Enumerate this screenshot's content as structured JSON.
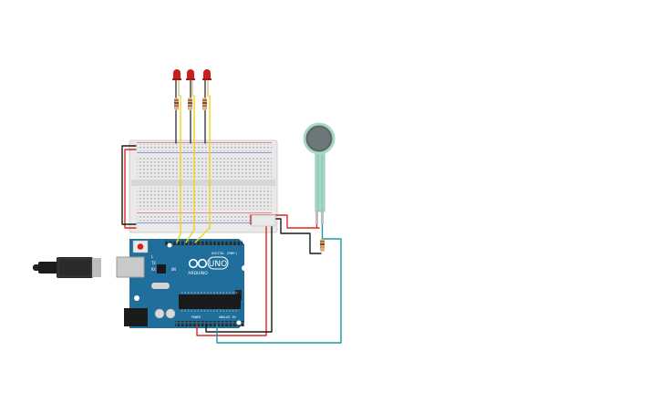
{
  "board": {
    "brand": "ARDUINO",
    "model": "UNO",
    "tx_label": "TX",
    "rx_label": "RX",
    "on_label": "ON",
    "l_label": "L",
    "power_label": "POWER",
    "analog_label": "ANALOG IN",
    "digital_label": "DIGITAL (PWM~)"
  },
  "colors": {
    "board": "#1f6e9c",
    "breadboard": "#e9e9e9",
    "wire_red": "#e0261b",
    "wire_black": "#1a1a1a",
    "wire_yellow": "#f0d21c",
    "wire_teal": "#1b9aa8",
    "led_red": "#c8201e",
    "sensor_strip": "#a8d9c4",
    "sensor_pad": "#5f6a6a"
  },
  "components": {
    "leds": [
      "red-led",
      "red-led",
      "red-led"
    ],
    "resistors": 4,
    "sensor": "force-sensitive-resistor"
  }
}
